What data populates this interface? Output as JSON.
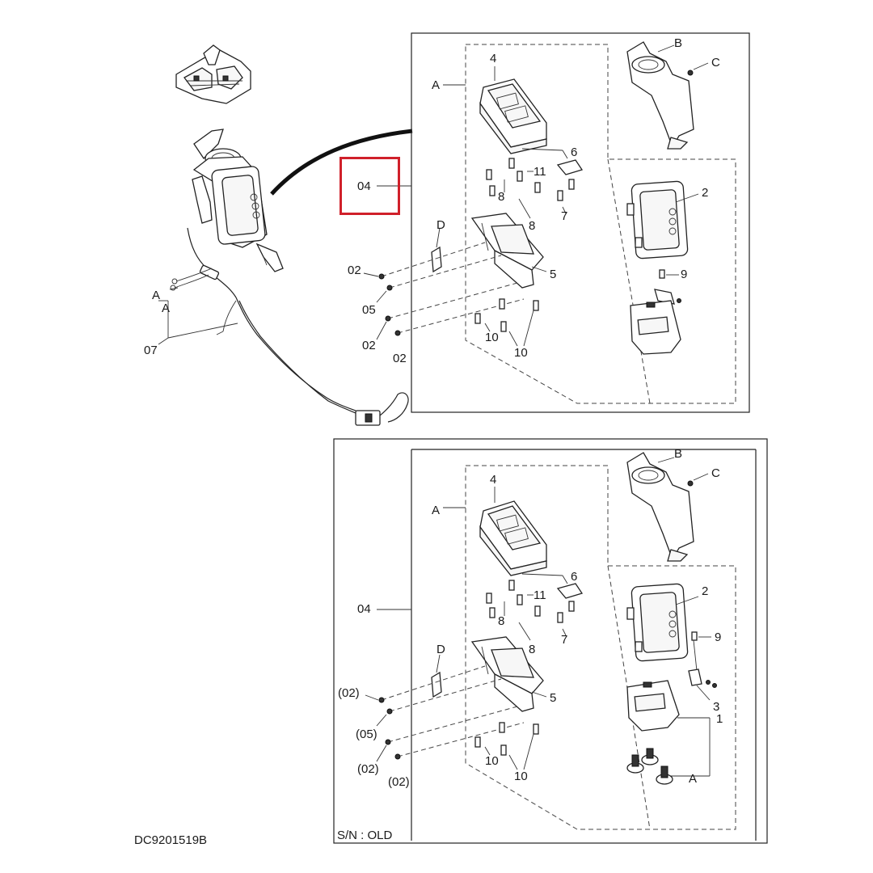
{
  "top_diagram": {
    "labels": {
      "A_left1": "A",
      "A_left2": "A",
      "label_07": "07",
      "A_box": "A",
      "label_04": "04",
      "D": "D",
      "p02a": "02",
      "p05": "05",
      "p02b": "02",
      "p02c": "02",
      "n4": "4",
      "n6": "6",
      "n11": "11",
      "n8a": "8",
      "n8b": "8",
      "n7": "7",
      "n5": "5",
      "n10a": "10",
      "n10b": "10",
      "B": "B",
      "C": "C",
      "n2": "2",
      "n9": "9"
    },
    "highlight_color": "#d0202a"
  },
  "bottom_diagram": {
    "labels": {
      "A_box": "A",
      "label_04": "04",
      "D": "D",
      "p02a": "(02)",
      "p05": "(05)",
      "p02b": "(02)",
      "p02c": "(02)",
      "n4": "4",
      "n6": "6",
      "n11": "11",
      "n8a": "8",
      "n8b": "8",
      "n7": "7",
      "n5": "5",
      "n10a": "10",
      "n10b": "10",
      "B": "B",
      "C": "C",
      "n2": "2",
      "n9": "9",
      "n3": "3",
      "n1": "1",
      "A_bottom": "A"
    },
    "serial_note": "S/N : OLD"
  },
  "drawing_code": "DC9201519B"
}
